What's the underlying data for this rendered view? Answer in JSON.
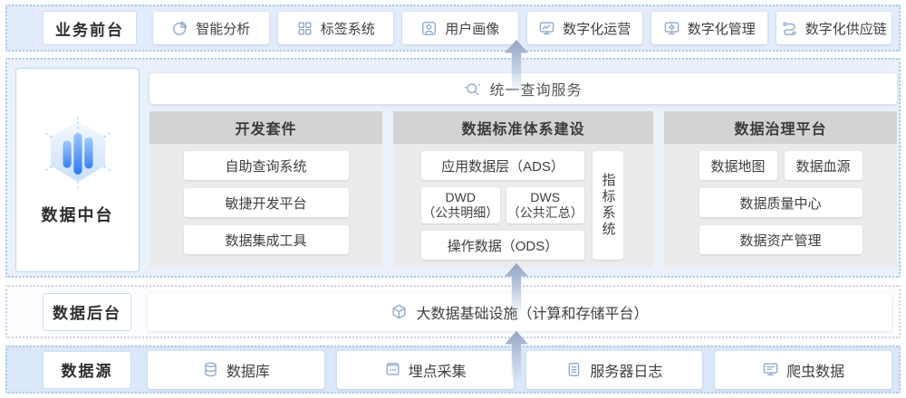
{
  "sections": {
    "business": {
      "label": "业务前台",
      "items": [
        {
          "label": "智能分析",
          "icon": "pie-chart-icon"
        },
        {
          "label": "标签系统",
          "icon": "grid-icon"
        },
        {
          "label": "用户画像",
          "icon": "user-icon"
        },
        {
          "label": "数字化运营",
          "icon": "trend-monitor-icon"
        },
        {
          "label": "数字化管理",
          "icon": "monitor-gear-icon"
        },
        {
          "label": "数字化供应链",
          "icon": "route-icon"
        }
      ]
    },
    "middle": {
      "card": {
        "label": "数据中台",
        "icon": "data-middle-platform-icon"
      },
      "query_bar": {
        "label": "统一查询服务",
        "icon": "search-icon"
      },
      "columns": [
        {
          "title": "开发套件",
          "items": [
            "自助查询系统",
            "敏捷开发平台",
            "数据集成工具"
          ]
        },
        {
          "title": "数据标准体系建设",
          "items": {
            "ads": "应用数据层（ADS）",
            "dwd": "DWD\n（公共明细）",
            "dws": "DWS\n（公共汇总）",
            "ods": "操作数据（ODS）",
            "side": "指标系统"
          }
        },
        {
          "title": "数据治理平台",
          "items": [
            "数据地图",
            "数据血源",
            "数据质量中心",
            "数据资产管理"
          ]
        }
      ]
    },
    "backend": {
      "label": "数据后台",
      "bar": {
        "label": "大数据基础设施（计算和存储平台）",
        "icon": "cube-icon"
      }
    },
    "source": {
      "label": "数据源",
      "items": [
        {
          "label": "数据库",
          "icon": "database-icon"
        },
        {
          "label": "埋点采集",
          "icon": "tracking-icon"
        },
        {
          "label": "服务器日志",
          "icon": "log-file-icon"
        },
        {
          "label": "爬虫数据",
          "icon": "crawler-monitor-icon"
        }
      ]
    }
  },
  "colors": {
    "section_bg_blue": "#e3ecfa",
    "section_border": "#aec9ec",
    "column_header_bg": "#d3d3d4",
    "column_body_bg": "#ebebec",
    "icon_color": "#8fa8cc",
    "accent_blue": "#2c79f4",
    "arrow_color": "#96a4c2"
  }
}
